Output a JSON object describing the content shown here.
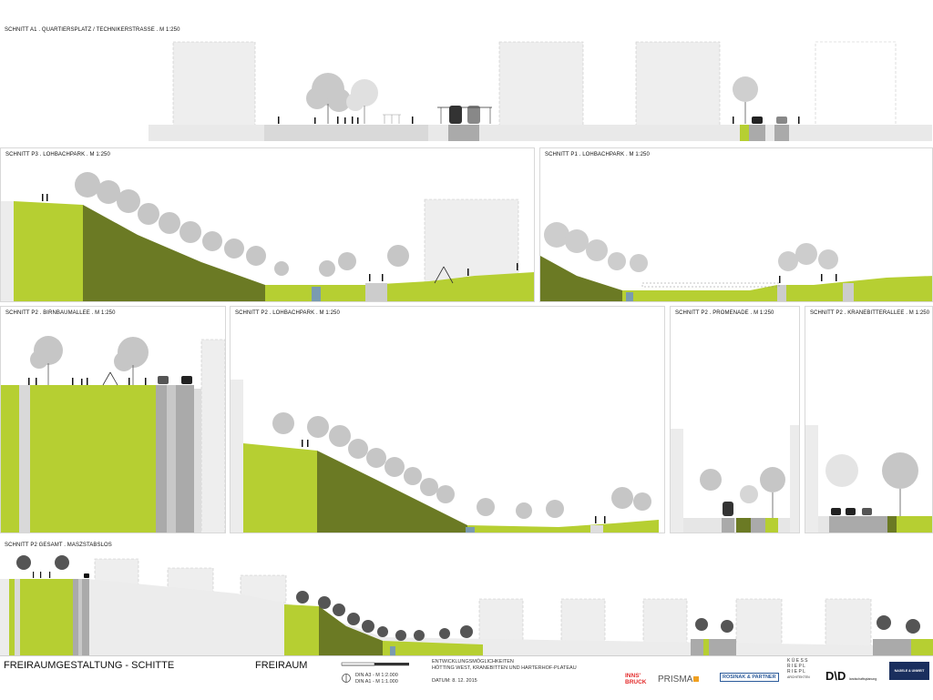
{
  "sections": [
    {
      "id": "a1",
      "title": "SCHNITT A1 . QUARTIERSPLATZ / TECHNIKERSTRASSE . M 1:250"
    },
    {
      "id": "p3_lohbachpark",
      "title": "SCHNITT P3 . LOHBACHPARK . M 1:250"
    },
    {
      "id": "p1_lohbachpark",
      "title": "SCHNITT P1 . LOHBACHPARK . M 1:250"
    },
    {
      "id": "p2_birnbaumallee",
      "title": "SCHNITT P2 . BIRNBAUMALLEE . M 1:250"
    },
    {
      "id": "p2_lohbachpark",
      "title": "SCHNITT P2 . LOHBACHPARK . M 1:250"
    },
    {
      "id": "p2_promenade",
      "title": "SCHNITT P2 . PROMENADE . M 1:250"
    },
    {
      "id": "p2_kranebitterallee",
      "title": "SCHNITT P2 . KRANEBITTERALLEE . M 1:250"
    },
    {
      "id": "p2_gesamt",
      "title": "SCHNITT P2 GESAMT . MASZSTABSLOS"
    }
  ],
  "footer": {
    "main_title": "FREIRAUMGESTALTUNG - SCHITTE",
    "category": "FREIRAUM",
    "scale_a3": "DIN A3 - M 1:2.000",
    "scale_a1": "DIN A1 - M 1:1.000",
    "project_line1": "ENTWICKLUNGSMÖGLICHKEITEN",
    "project_line2": "HÖTTING WEST, KRANEBITTEN UND HARTERHOF-PLATEAU",
    "date": "DATUM: 8. 12. 2015",
    "logos": {
      "innsbruck_1": "INNS'",
      "innsbruck_2": "BRUCK",
      "prisma": "PRISMA",
      "rosinak": "ROSINAK & PARTNER",
      "kuess_1": "K Ü E S S",
      "kuess_2": "R I E P L",
      "kuess_3": "R I E P L",
      "kuess_4": "ARCHITEKTEN",
      "dnd": "D\\D",
      "dnd_sub": "landschaftsplanung",
      "nagele": "NAGELE & UNWEIT"
    }
  },
  "colors": {
    "grass": "#b6cf32",
    "slope": "#6b7a24",
    "building": "#eeeeee",
    "road": "#a9a9a9",
    "water": "#7a9bb0"
  }
}
